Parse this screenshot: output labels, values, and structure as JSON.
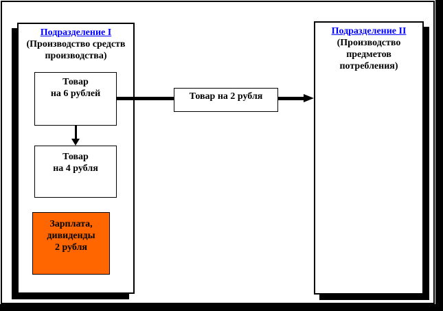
{
  "diagram": {
    "division1": {
      "title": "Подразделение I",
      "subtitle_lines": [
        "(Производство средств",
        "производства)"
      ]
    },
    "division2": {
      "title": "Подразделение II",
      "subtitle_lines": [
        "(Производство",
        "предметов",
        "потребления)"
      ]
    },
    "goods6": {
      "lines": [
        "Товар",
        "на 6 рублей"
      ]
    },
    "goods4": {
      "lines": [
        "Товар",
        "на 4 рубля"
      ]
    },
    "salary": {
      "lines": [
        "Зарплата,",
        "дивиденды",
        "2 рубля"
      ]
    },
    "goods2": {
      "label": "Товар на 2 рубля"
    }
  },
  "colors": {
    "link_blue": "#0000FF",
    "salary_orange": "#FF6600",
    "line_black": "#000000"
  }
}
